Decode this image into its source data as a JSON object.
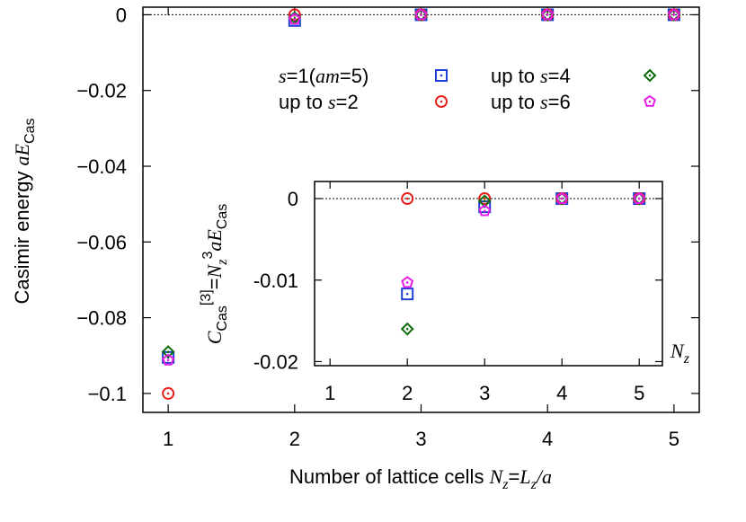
{
  "chart_data": [
    {
      "type": "scatter",
      "xlabel": "Number of lattice cells N_z=L_z/a",
      "ylabel": "Casimir energy aE_Cas",
      "xlim": [
        0.8,
        5.2
      ],
      "ylim": [
        -0.105,
        0.002
      ],
      "x_ticks": [
        1,
        2,
        3,
        4,
        5
      ],
      "y_ticks": [
        0,
        -0.02,
        -0.04,
        -0.06,
        -0.08,
        -0.1
      ],
      "x_tick_labels": [
        "1",
        "2",
        "3",
        "4",
        "5"
      ],
      "y_tick_labels": [
        "0",
        "−0.02",
        "−0.04",
        "−0.06",
        "−0.08",
        "−0.1"
      ],
      "zero_line": true,
      "legend_placement": "top",
      "series": [
        {
          "name": "s=1(am=5)",
          "marker": "square",
          "color": "#1f3fd6",
          "x": [
            1,
            2,
            3,
            4,
            5
          ],
          "y": [
            -0.0905,
            -0.0015,
            0,
            0,
            0
          ]
        },
        {
          "name": "up to s=2",
          "marker": "circle",
          "color": "#e8201c",
          "x": [
            1,
            2,
            3,
            4,
            5
          ],
          "y": [
            -0.1,
            0,
            0,
            0,
            0
          ]
        },
        {
          "name": "up to s=4",
          "marker": "diamond",
          "color": "#0b6b0b",
          "x": [
            1,
            2,
            3,
            4,
            5
          ],
          "y": [
            -0.089,
            -0.0008,
            0,
            0,
            0
          ]
        },
        {
          "name": "up to s=6",
          "marker": "pentagon",
          "color": "#e81ce8",
          "x": [
            1,
            2,
            3,
            4,
            5
          ],
          "y": [
            -0.0912,
            -0.0012,
            0,
            0,
            0
          ]
        }
      ]
    },
    {
      "type": "scatter",
      "inset": true,
      "xlabel": "N_z",
      "ylabel": "C_Cas^[3]=N_z^3 aE_Cas",
      "xlim": [
        0.8,
        5.3
      ],
      "ylim": [
        -0.0205,
        0.0021
      ],
      "x_ticks": [
        1,
        2,
        3,
        4,
        5
      ],
      "y_ticks": [
        0,
        -0.01,
        -0.02
      ],
      "x_tick_labels": [
        "1",
        "2",
        "3",
        "4",
        "5"
      ],
      "y_tick_labels": [
        "0",
        "-0.01",
        "-0.02"
      ],
      "zero_line": true,
      "series": [
        {
          "name": "s=1(am=5)",
          "marker": "square",
          "color": "#1f3fd6",
          "x": [
            2,
            3,
            4,
            5
          ],
          "y": [
            -0.0117,
            -0.001,
            0,
            0
          ]
        },
        {
          "name": "up to s=2",
          "marker": "circle",
          "color": "#e8201c",
          "x": [
            2,
            3,
            4,
            5
          ],
          "y": [
            0,
            0,
            0,
            0
          ]
        },
        {
          "name": "up to s=4",
          "marker": "diamond",
          "color": "#0b6b0b",
          "x": [
            2,
            3,
            4,
            5
          ],
          "y": [
            -0.016,
            -0.0003,
            0,
            0
          ]
        },
        {
          "name": "up to s=6",
          "marker": "pentagon",
          "color": "#e81ce8",
          "x": [
            2,
            3,
            4,
            5
          ],
          "y": [
            -0.0103,
            -0.0015,
            0,
            0
          ]
        }
      ]
    }
  ],
  "legend": {
    "entries": [
      {
        "prefix": "",
        "var": "s",
        "mid": "=1(",
        "var2": "am",
        "suffix": "=5)"
      },
      {
        "prefix": "up to ",
        "var": "s",
        "mid": "=2",
        "var2": "",
        "suffix": ""
      },
      {
        "prefix": "up to ",
        "var": "s",
        "mid": "=4",
        "var2": "",
        "suffix": ""
      },
      {
        "prefix": "up to ",
        "var": "s",
        "mid": "=6",
        "var2": "",
        "suffix": ""
      }
    ]
  },
  "labels": {
    "xlabel_text": "Number of lattice cells ",
    "xlabel_N": "N",
    "xlabel_sub_z": "z",
    "xlabel_eq": "=",
    "xlabel_L": "L",
    "xlabel_sub_z2": "z",
    "xlabel_slash": "/a",
    "ylabel_text": "Casimir energy ",
    "ylabel_aE": "aE",
    "ylabel_sub": "Cas",
    "inset_ylabel_C": "C",
    "inset_ylabel_sub": "Cas",
    "inset_ylabel_sup": "[3]",
    "inset_ylabel_eq": "=",
    "inset_ylabel_N": "N",
    "inset_ylabel_sub_z": "z",
    "inset_ylabel_pow": "3",
    "inset_ylabel_aE": "aE",
    "inset_ylabel_sub2": "Cas",
    "inset_xlabel_N": "N",
    "inset_xlabel_sub_z": "z"
  }
}
